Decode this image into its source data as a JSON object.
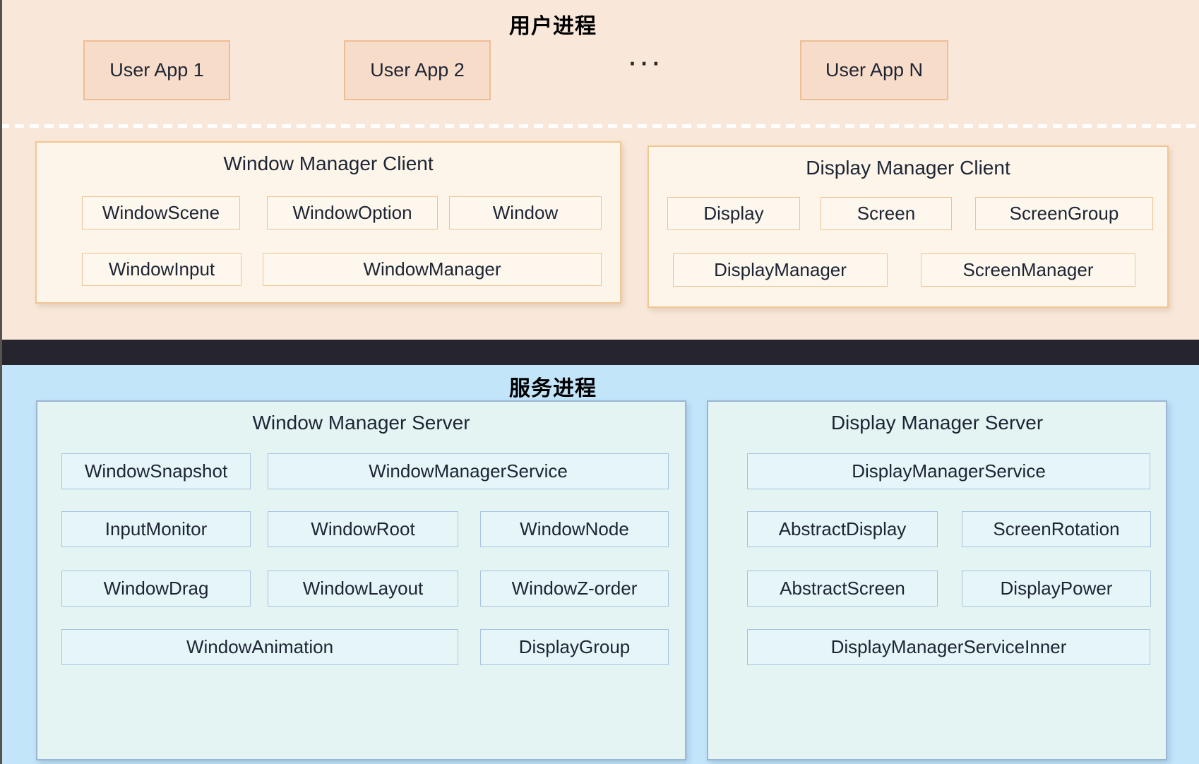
{
  "user_section": {
    "title": "用户进程",
    "apps": [
      "User App 1",
      "User App 2",
      "User App N"
    ],
    "ellipsis": "···",
    "clients": [
      {
        "title": "Window Manager Client",
        "boxes": [
          "WindowScene",
          "WindowOption",
          "Window",
          "WindowInput",
          "WindowManager"
        ]
      },
      {
        "title": "Display Manager Client",
        "boxes": [
          "Display",
          "Screen",
          "ScreenGroup",
          "DisplayManager",
          "ScreenManager"
        ]
      }
    ]
  },
  "service_section": {
    "title": "服务进程",
    "servers": [
      {
        "title": "Window Manager Server",
        "boxes": [
          "WindowSnapshot",
          "WindowManagerService",
          "InputMonitor",
          "WindowRoot",
          "WindowNode",
          "WindowDrag",
          "WindowLayout",
          "WindowZ-order",
          "WindowAnimation",
          "DisplayGroup"
        ]
      },
      {
        "title": "Display Manager Server",
        "boxes": [
          "DisplayManagerService",
          "AbstractDisplay",
          "ScreenRotation",
          "AbstractScreen",
          "DisplayPower",
          "DisplayManagerServiceInner"
        ]
      }
    ]
  },
  "colors": {
    "user_bg": "#f9e8da",
    "user_app_fill": "#f8dcca",
    "user_app_border": "#edbe94",
    "client_group_fill": "#fdf5ea",
    "client_group_border": "#f2c694",
    "divider_band": "#26252d",
    "service_bg": "#c2e5fa",
    "server_group_fill": "#e3f4f3",
    "server_group_border": "#9cb5d3",
    "server_box_border": "#a9c2e0",
    "text": "#1d2433",
    "dashed_line": "#ffffff"
  }
}
